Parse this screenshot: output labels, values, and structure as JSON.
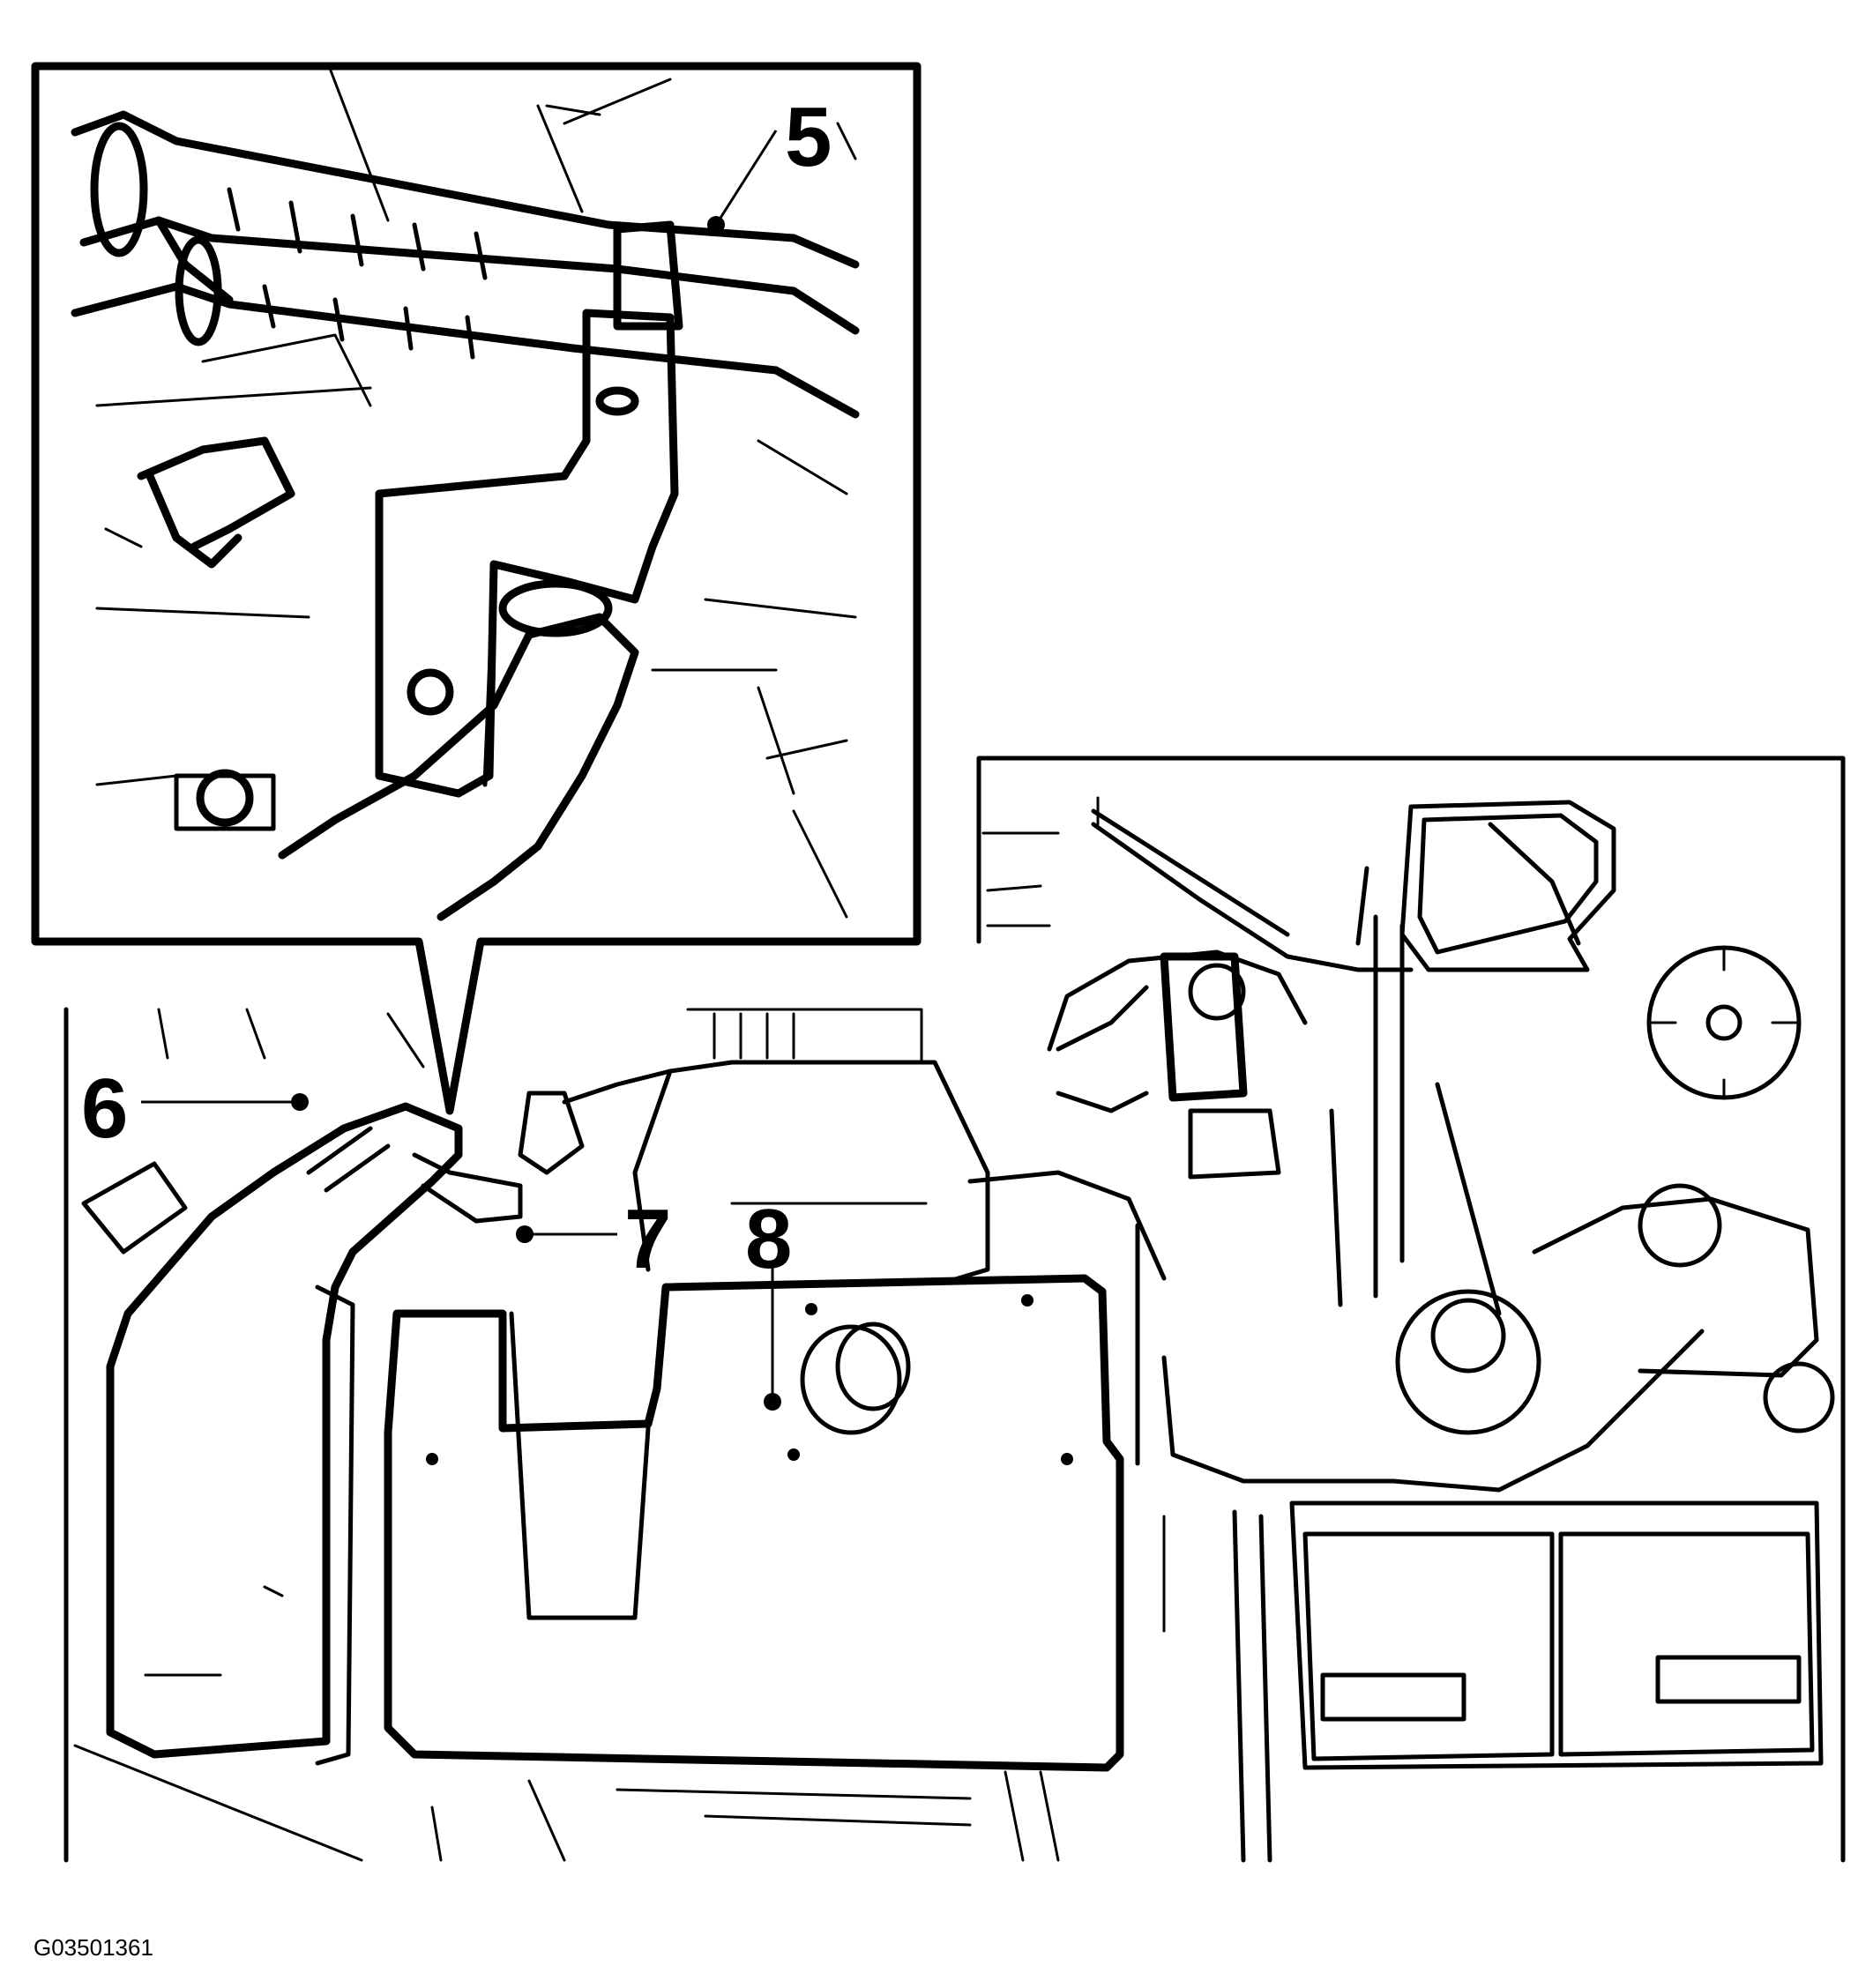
{
  "figure_id": "G03501361",
  "callouts": {
    "c5": "5",
    "c6": "6",
    "c7": "7",
    "c8": "8"
  },
  "colors": {
    "line": "#000000",
    "background": "#ffffff"
  }
}
